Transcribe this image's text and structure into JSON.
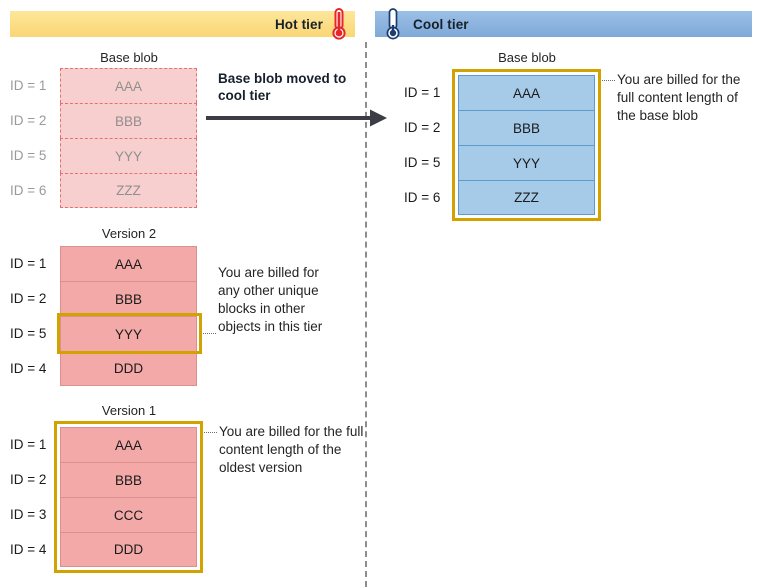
{
  "tiers": {
    "hot": {
      "label": "Hot tier",
      "icon": "thermometer-hot-icon",
      "band_color": "#fcdd84"
    },
    "cool": {
      "label": "Cool tier",
      "icon": "thermometer-cool-icon",
      "band_color": "#8cb3de"
    }
  },
  "transition": {
    "label": "Base blob moved to cool tier",
    "arrow": "arrow-right-icon"
  },
  "hot_tier": {
    "groups": [
      {
        "title": "Base blob",
        "style": "faded-dashed-pink",
        "highlight": "none",
        "rows": [
          {
            "id": "ID = 1",
            "block": "AAA"
          },
          {
            "id": "ID = 2",
            "block": "BBB"
          },
          {
            "id": "ID = 5",
            "block": "YYY"
          },
          {
            "id": "ID = 6",
            "block": "ZZZ"
          }
        ]
      },
      {
        "title": "Version 2",
        "style": "solid-pink",
        "highlight": "row-3",
        "rows": [
          {
            "id": "ID = 1",
            "block": "AAA"
          },
          {
            "id": "ID = 2",
            "block": "BBB"
          },
          {
            "id": "ID = 5",
            "block": "YYY"
          },
          {
            "id": "ID = 4",
            "block": "DDD"
          }
        ],
        "annotation": "You are billed for any other unique blocks in other objects in this tier"
      },
      {
        "title": "Version 1",
        "style": "solid-pink",
        "highlight": "whole-box",
        "rows": [
          {
            "id": "ID = 1",
            "block": "AAA"
          },
          {
            "id": "ID = 2",
            "block": "BBB"
          },
          {
            "id": "ID = 3",
            "block": "CCC"
          },
          {
            "id": "ID = 4",
            "block": "DDD"
          }
        ],
        "annotation": "You are billed for the full content length of the oldest version"
      }
    ]
  },
  "cool_tier": {
    "groups": [
      {
        "title": "Base blob",
        "style": "solid-blue",
        "highlight": "whole-box",
        "rows": [
          {
            "id": "ID = 1",
            "block": "AAA"
          },
          {
            "id": "ID = 2",
            "block": "BBB"
          },
          {
            "id": "ID = 5",
            "block": "YYY"
          },
          {
            "id": "ID = 6",
            "block": "ZZZ"
          }
        ],
        "annotation": "You are billed for the full content length of the base blob"
      }
    ]
  },
  "colors": {
    "pink_fill": "#f3a9a8",
    "pink_faded": "#f8cfcf",
    "pink_dash": "#e8706d",
    "blue_fill": "#a5cbe9",
    "blue_border": "#5b9bd0",
    "gold": "#d2a300",
    "divider": "#8d8d8d"
  }
}
